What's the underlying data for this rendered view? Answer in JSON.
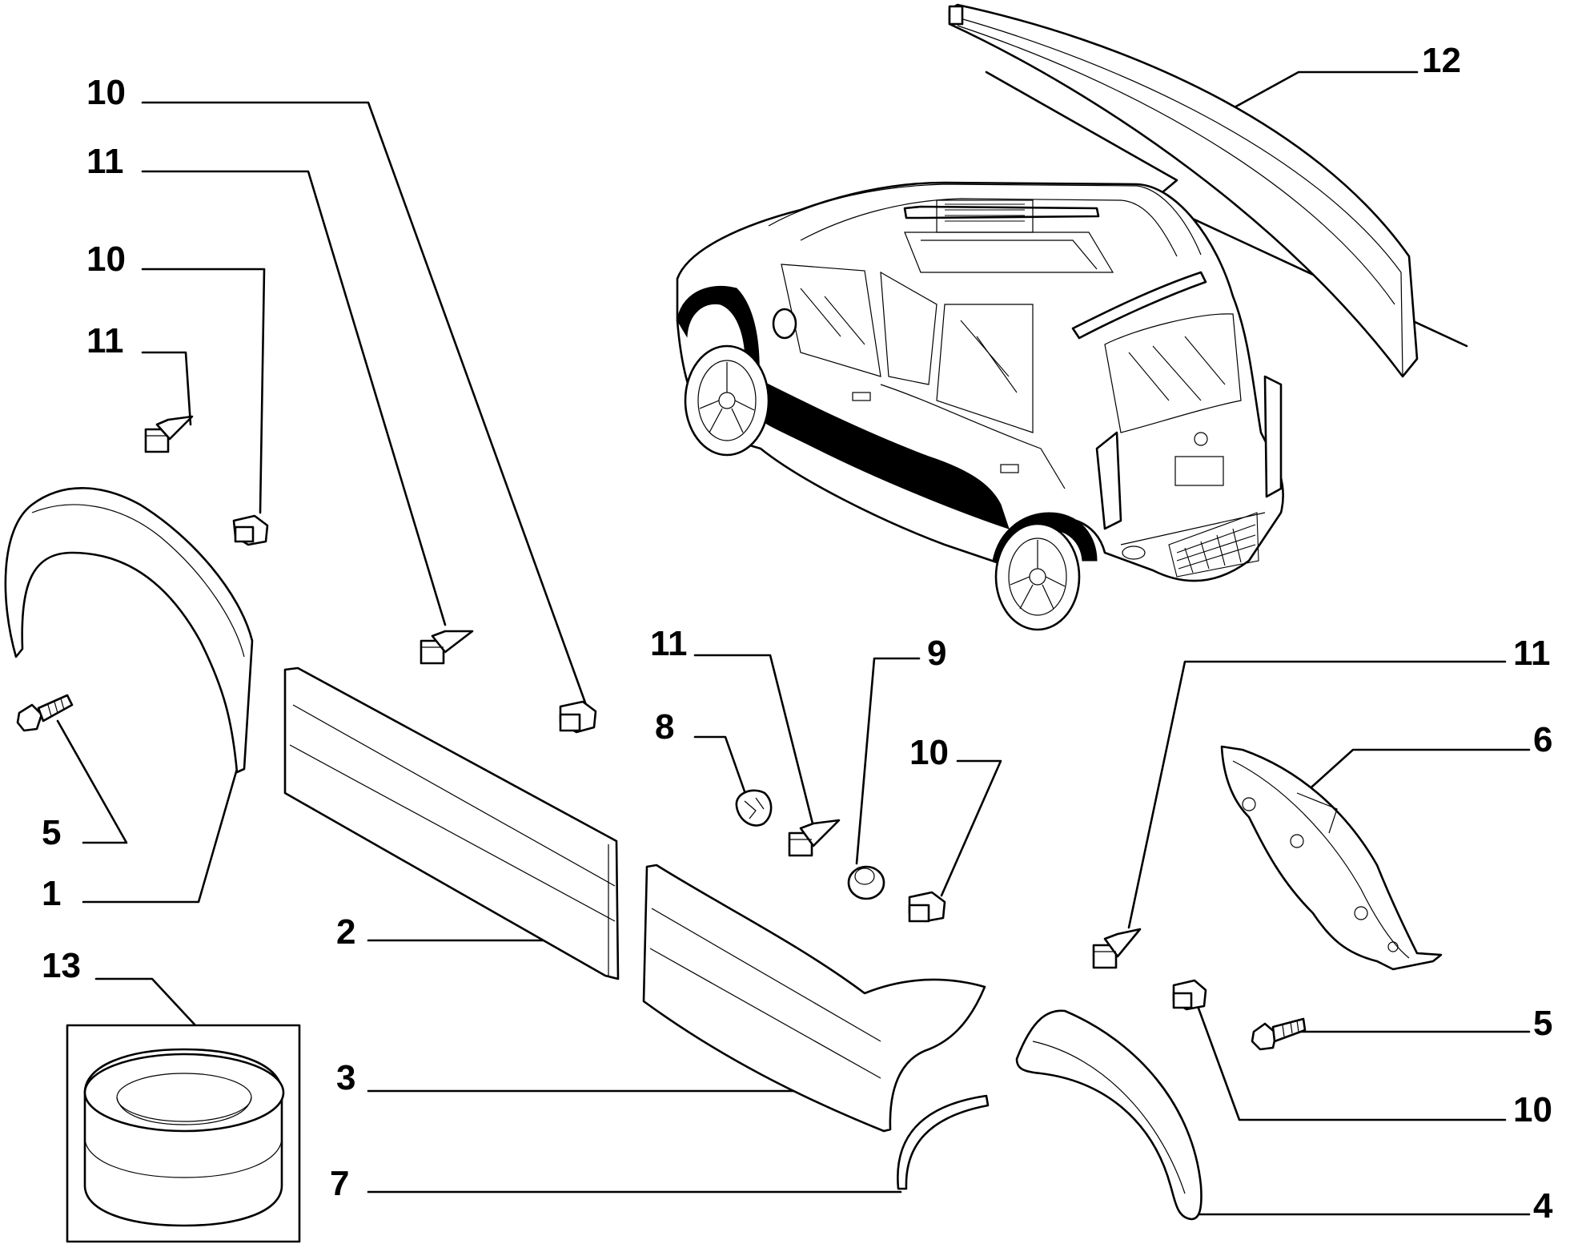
{
  "callouts": [
    {
      "id": "c1",
      "label": "1"
    },
    {
      "id": "c2",
      "label": "2"
    },
    {
      "id": "c3",
      "label": "3"
    },
    {
      "id": "c4",
      "label": "4"
    },
    {
      "id": "c5a",
      "label": "5"
    },
    {
      "id": "c5b",
      "label": "5"
    },
    {
      "id": "c6",
      "label": "6"
    },
    {
      "id": "c7",
      "label": "7"
    },
    {
      "id": "c8",
      "label": "8"
    },
    {
      "id": "c9",
      "label": "9"
    },
    {
      "id": "c10a",
      "label": "10"
    },
    {
      "id": "c10b",
      "label": "10"
    },
    {
      "id": "c10c",
      "label": "10"
    },
    {
      "id": "c10d",
      "label": "10"
    },
    {
      "id": "c11a",
      "label": "11"
    },
    {
      "id": "c11b",
      "label": "11"
    },
    {
      "id": "c11c",
      "label": "11"
    },
    {
      "id": "c11d",
      "label": "11"
    },
    {
      "id": "c12",
      "label": "12"
    },
    {
      "id": "c13",
      "label": "13"
    }
  ]
}
